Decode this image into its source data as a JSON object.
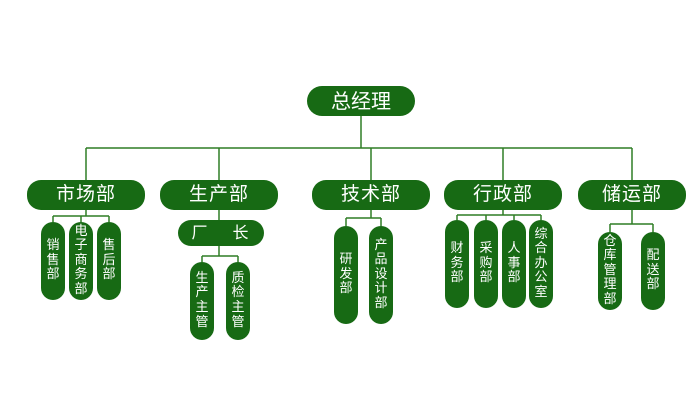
{
  "colors": {
    "node": "#176a14",
    "line": "#2f7d25",
    "text": "#ffffff",
    "background": "#ffffff"
  },
  "root": {
    "label": "总经理"
  },
  "departments": [
    {
      "label": "市场部",
      "children": [
        "销售部",
        "电子商务部",
        "售后部"
      ]
    },
    {
      "label": "生产部",
      "sub_manager": "厂  长",
      "children": [
        "生产主管",
        "质检主管"
      ]
    },
    {
      "label": "技术部",
      "children": [
        "研发部",
        "产品设计部"
      ]
    },
    {
      "label": "行政部",
      "children": [
        "财务部",
        "采购部",
        "人事部",
        "综合办公室"
      ]
    },
    {
      "label": "储运部",
      "children": [
        "仓库管理部",
        "配送部"
      ]
    }
  ]
}
